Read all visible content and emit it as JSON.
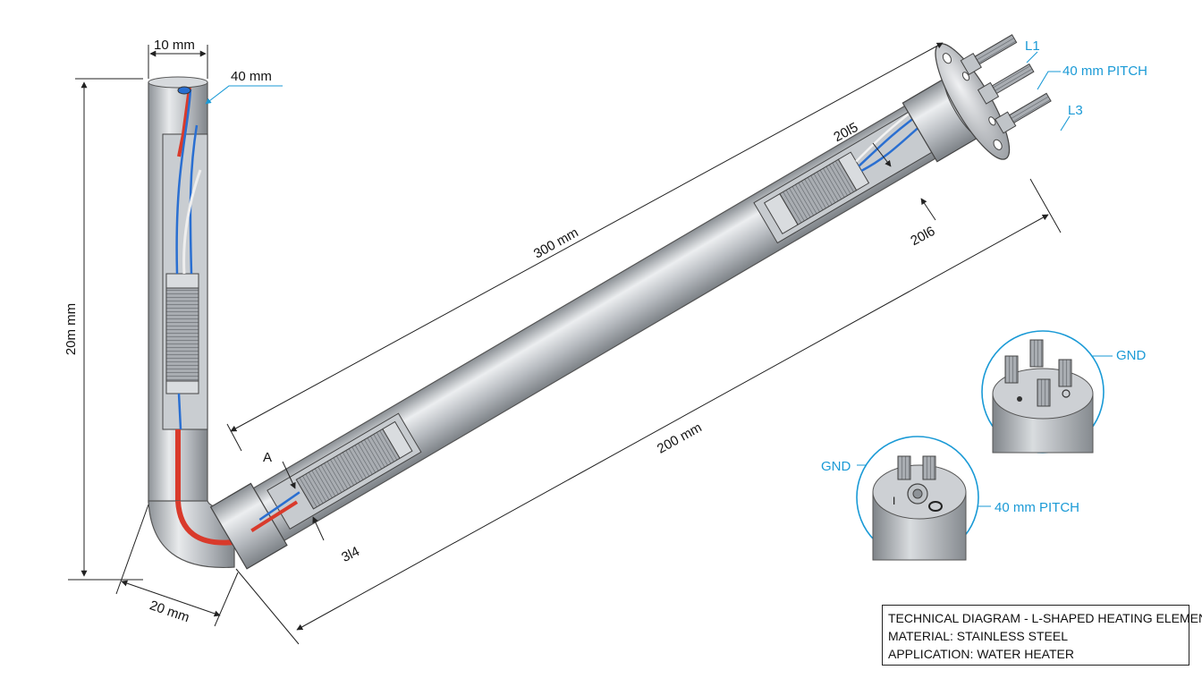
{
  "dimensions": {
    "top_width": "10 mm",
    "top_callout": "40 mm",
    "vertical_height": "20m mm",
    "bend_width": "20 mm",
    "long_length": "300 mm",
    "short_length": "200 mm",
    "section_a": "A",
    "section_314": "3l4",
    "flange_2015": "20l5",
    "flange_2016": "20l6"
  },
  "callouts": {
    "l1": "L1",
    "pitch_top": "40 mm PITCH",
    "l3": "L3",
    "gnd_upper": "GND",
    "gnd_lower": "GND",
    "pitch_lower": "40 mm PITCH",
    "mark_i": "I"
  },
  "title_block": {
    "line1": "TECHNICAL DIAGRAM - L-SHAPED HEATING ELEMENT",
    "line2": "MATERIAL: STAINLESS STEEL",
    "line3": "APPLICATION: WATER HEATER"
  },
  "colors": {
    "steel": "#b9bdc2",
    "wire_red": "#d93a2b",
    "wire_blue": "#2a6fd1",
    "callout": "#1a9ad6"
  }
}
